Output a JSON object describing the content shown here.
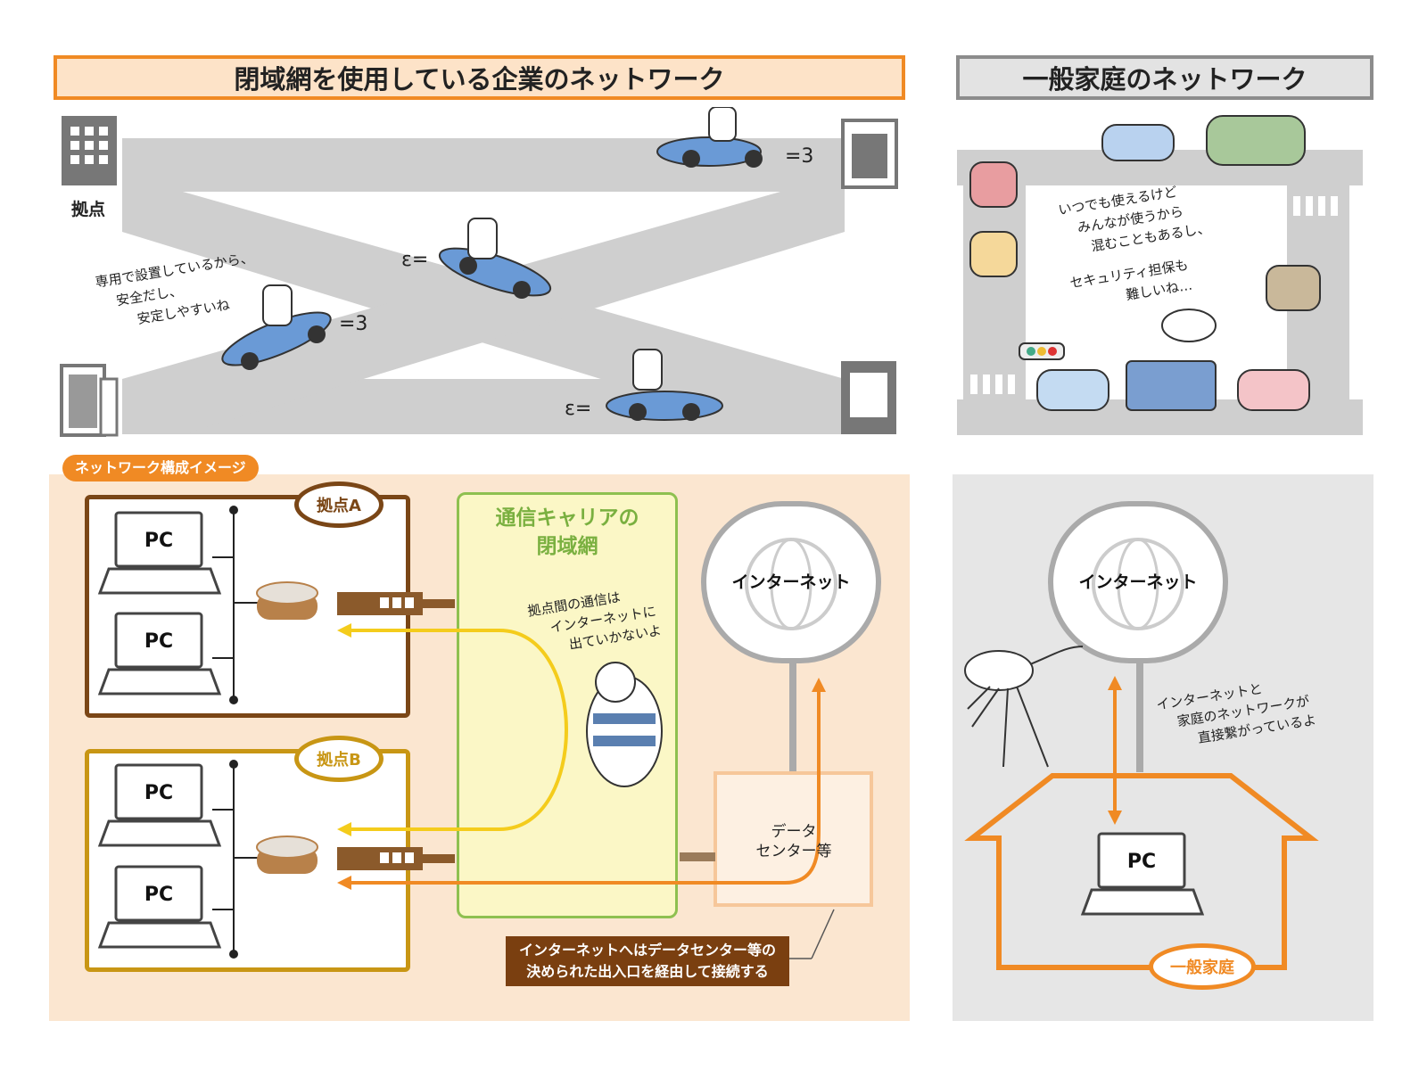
{
  "top": {
    "left_title": "閉域網を使用している企業のネットワーク",
    "right_title": "一般家庭のネットワーク",
    "site_label": "拠点",
    "left_bubble": [
      "専用で設置しているから、",
      "安全だし、",
      "安定しやすいね"
    ],
    "right_bubble": [
      "いつでも使えるけど",
      "みんなが使うから",
      "混むこともあるし、",
      "セキュリティ担保も",
      "難しいね…"
    ]
  },
  "bottom": {
    "section_tag": "ネットワーク構成イメージ",
    "site_a": "拠点A",
    "site_b": "拠点B",
    "pc": "PC",
    "carrier_line1": "通信キャリアの",
    "carrier_line2": "閉域網",
    "carrier_note": [
      "拠点間の通信は",
      "インターネットに",
      "出ていかないよ"
    ],
    "internet": "インターネット",
    "datacenter_line1": "データ",
    "datacenter_line2": "センター等",
    "notice_line1": "インターネットへはデータセンター等の",
    "notice_line2": "決められた出入口を経由して接続する",
    "home_note": [
      "インターネットと",
      "家庭のネットワークが",
      "直接繋がっているよ"
    ],
    "home_label": "一般家庭"
  },
  "colors": {
    "orange": "#f08a24",
    "brown": "#7a4616",
    "gold": "#c89614",
    "yellow_arrow": "#f4cc1c",
    "carrier_fill": "#fbf7c6",
    "carrier_border": "#8ec050",
    "road": "#cfcfcf"
  }
}
